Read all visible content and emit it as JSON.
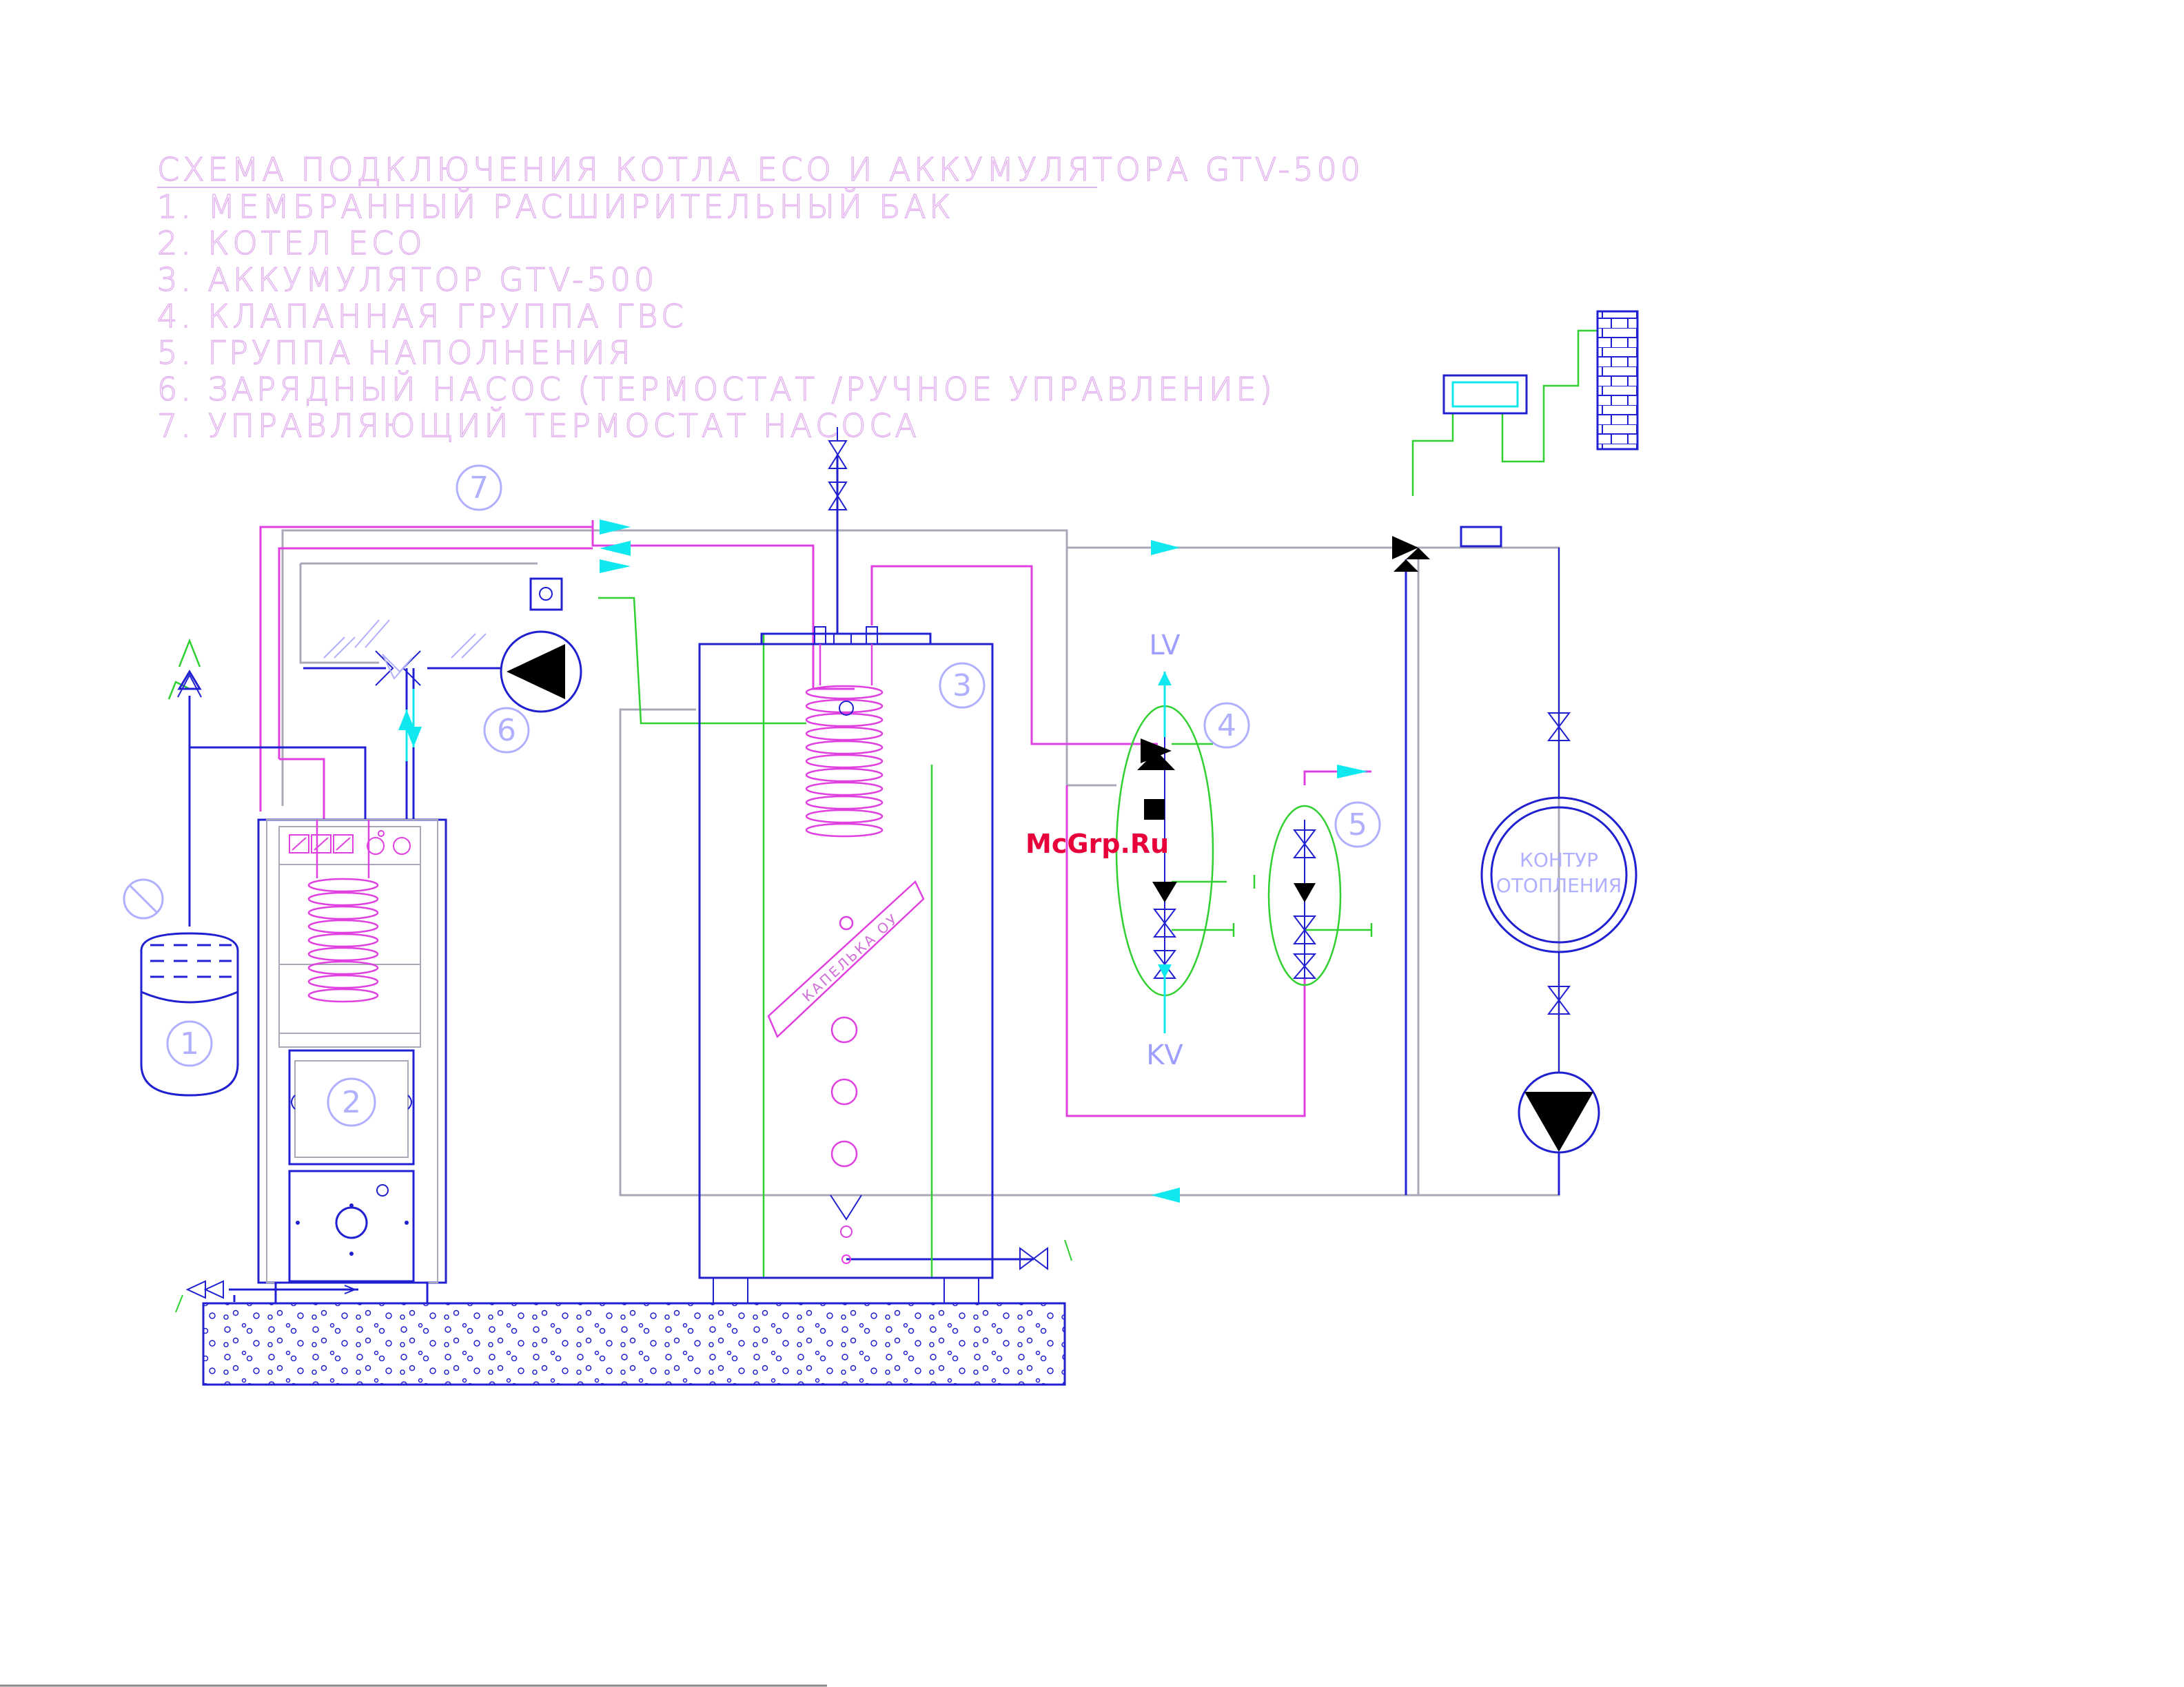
{
  "title": "СХЕМА ПОДКЛЮЧЕНИЯ КОТЛА ECO И АККУМУЛЯТОРА GTV-500",
  "legend": [
    "1.  МЕМБРАННЫЙ РАСШИРИТЕЛЬНЫЙ БАК",
    "2.  КОТЕЛ ECO",
    "3.  АККУМУЛЯТОР GTV-500",
    "4.  КЛАПАННАЯ ГРУППА ГВС",
    "5.  ГРУППА НАПОЛНЕНИЯ",
    "6.  ЗАРЯДНЫЙ НАСОС (ТЕРМОСТАТ /РУЧНОЕ УПРАВЛЕНИЕ)",
    "7.  УПРАВЛЯЮЩИЙ ТЕРМОСТАТ НАСОСА"
  ],
  "markers": {
    "m1": "1",
    "m2": "2",
    "m3": "3",
    "m4": "4",
    "m5": "5",
    "m6": "6",
    "m7": "7"
  },
  "labels": {
    "lv": "LV",
    "kv": "KV",
    "circuit_line1": "КОНТУР",
    "circuit_line2": "ОТОПЛЕНИЯ",
    "tank_band": "КАПЕЛЬКА ОУ"
  },
  "watermark": "McGrp.Ru",
  "colors": {
    "blue": "#2020d0",
    "magenta": "#e040e0",
    "green": "#30d030",
    "cyan": "#10e8f0",
    "grey": "#a8a8b8"
  }
}
